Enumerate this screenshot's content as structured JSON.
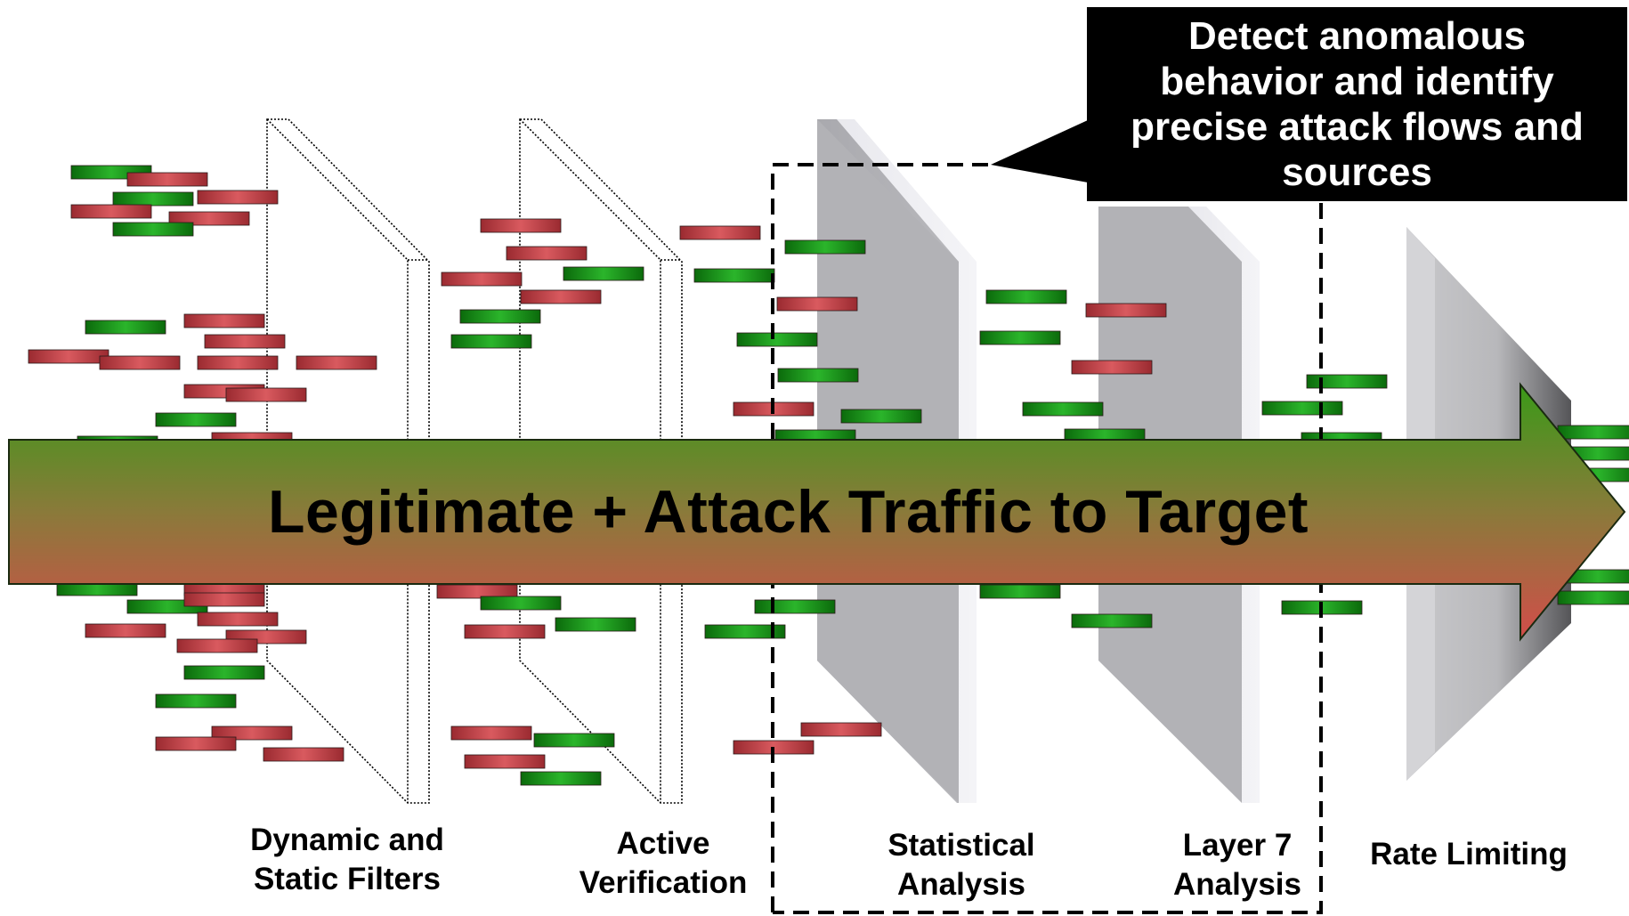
{
  "callout": {
    "text": "Detect anomalous behavior and identify precise attack flows and sources"
  },
  "banner": {
    "text": "Legitimate + Attack Traffic to Target"
  },
  "stages": [
    {
      "id": "filters",
      "label": "Dynamic and\nStatic Filters"
    },
    {
      "id": "verification",
      "label": "Active\nVerification"
    },
    {
      "id": "statistical",
      "label": "Statistical\nAnalysis"
    },
    {
      "id": "layer7",
      "label": "Layer 7\nAnalysis"
    },
    {
      "id": "rate",
      "label": "Rate Limiting"
    }
  ],
  "colors": {
    "legit_packet": "#1f9a1f",
    "attack_packet": "#c0393f",
    "arrow_top": "#3f9a1f",
    "arrow_bottom": "#d0504a",
    "panel_gray": "#b4b4b8",
    "callout_bg": "#000000"
  }
}
